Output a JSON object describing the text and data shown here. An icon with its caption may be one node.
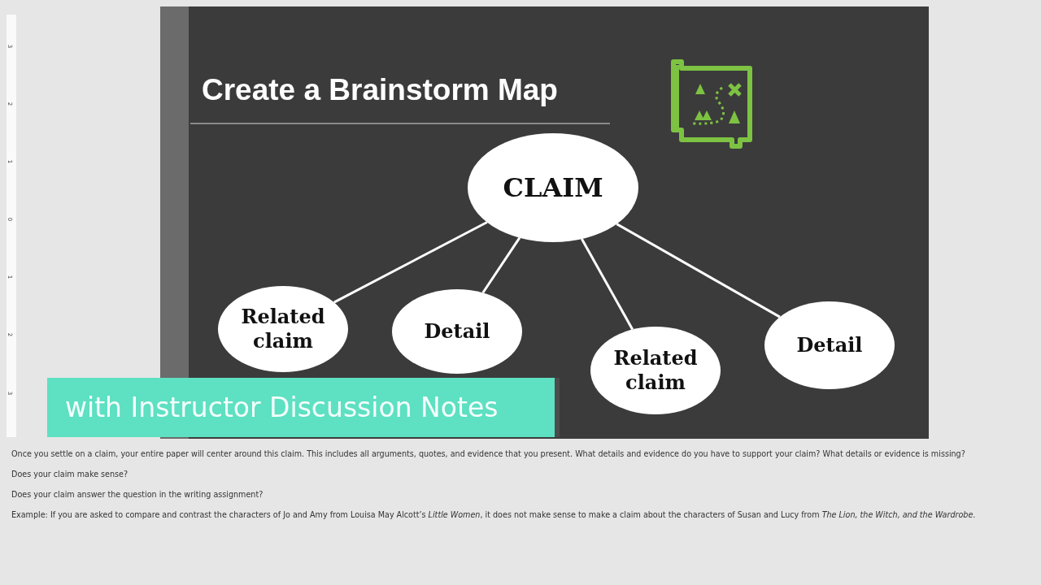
{
  "diagram": {
    "title": "Create a Brainstorm Map",
    "nodes": [
      {
        "text": [
          "CLAIM"
        ]
      },
      {
        "text": [
          "Related claim"
        ]
      },
      {
        "text": [
          "Detail"
        ]
      },
      {
        "text": [
          "Related claim"
        ]
      },
      {
        "text": [
          "Detail"
        ]
      }
    ],
    "edges": [
      {
        "from": 0,
        "to": 1,
        "arrow": "none"
      },
      {
        "from": 0,
        "to": 2,
        "arrow": "none"
      },
      {
        "from": 0,
        "to": 3,
        "arrow": "none"
      },
      {
        "from": 0,
        "to": 4,
        "arrow": "none"
      }
    ],
    "labels": [
      "3",
      "2",
      "1",
      "0",
      "1",
      "2",
      "3",
      "with Instructor Discussion Notes",
      "Once you settle on a claim, your entire paper will center around this claim. This includes all arguments, quotes, and evidence that you present. What details and evidence do you have to support your claim? What details or evidence is missing?",
      "Does your claim make sense?",
      "Does your claim answer the question in the writing assignment?",
      "Example: If you are asked to compare and contrast the characters of Jo and Amy from Louisa May Alcott’s *Little Women*, it does not make sense to make a claim about the characters of Susan and Lucy from *The Lion, the Witch, and the Wardrobe*."
    ]
  }
}
